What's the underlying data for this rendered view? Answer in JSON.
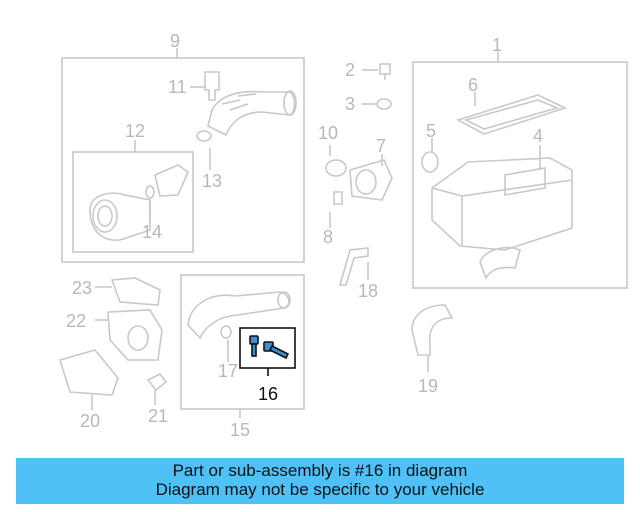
{
  "callouts": {
    "c1": "1",
    "c2": "2",
    "c3": "3",
    "c4": "4",
    "c5": "5",
    "c6": "6",
    "c7": "7",
    "c8": "8",
    "c9": "9",
    "c10": "10",
    "c11": "11",
    "c12": "12",
    "c13": "13",
    "c14": "14",
    "c15": "15",
    "c16": "16",
    "c17": "17",
    "c18": "18",
    "c19": "19",
    "c20": "20",
    "c21": "21",
    "c22": "22",
    "c23": "23"
  },
  "highlighted_part": "16",
  "banner": {
    "line1": "Part or sub-assembly is #16 in diagram",
    "line2": "Diagram may not be specific to your vehicle"
  },
  "colors": {
    "line_gray": "#c8c8c8",
    "highlight_blue": "#3a8fd8",
    "banner_blue": "#4fc1f7"
  }
}
